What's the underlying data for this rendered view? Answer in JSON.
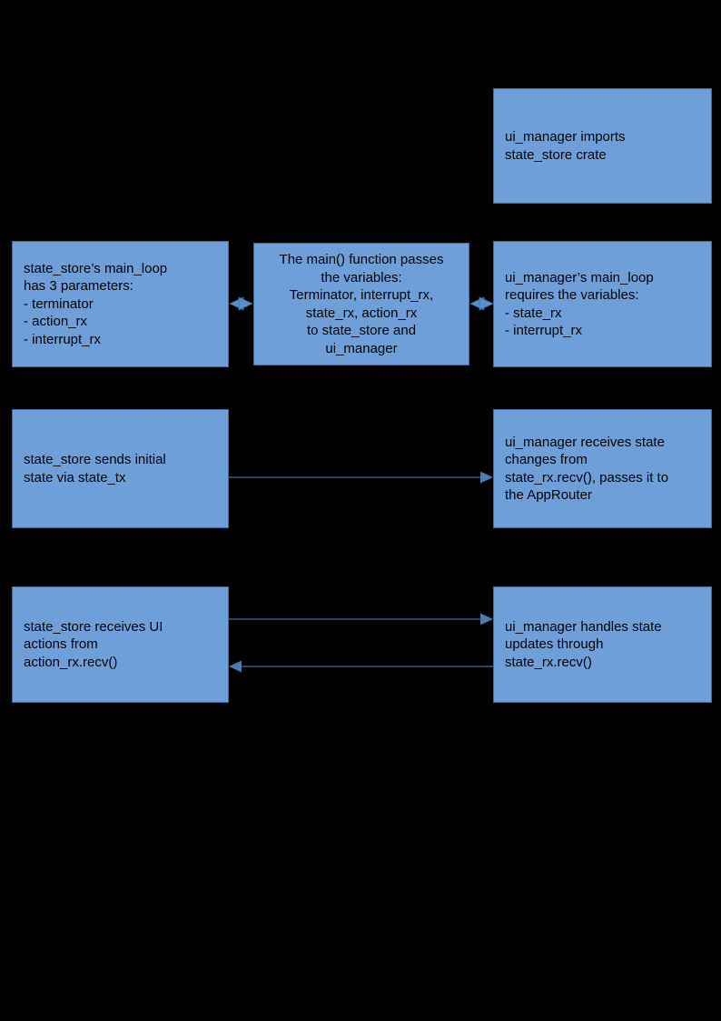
{
  "diagram": {
    "type": "flowchart",
    "background_color": "#000000",
    "node_fill_color": "#6f9fd8",
    "node_border_color": "#3c6ea5",
    "edge_color": "#3c6ea5",
    "text_color": "#000000",
    "nodes": [
      {
        "id": "ui-imports",
        "text": "ui_manager imports\nstate_store crate",
        "align": "left"
      },
      {
        "id": "state-params",
        "text": "state_store’s main_loop\nhas 3 parameters:\n- terminator\n- action_rx\n- interrupt_rx",
        "align": "left"
      },
      {
        "id": "main-passes",
        "text": "The main() function passes\nthe variables:\nTerminator, interrupt_rx,\nstate_rx, action_rx\nto state_store and\nui_manager",
        "align": "center"
      },
      {
        "id": "ui-requires",
        "text": "ui_manager’s main_loop\nrequires the variables:\n- state_rx\n- interrupt_rx",
        "align": "left"
      },
      {
        "id": "initial-tx",
        "text": "state_store sends initial\nstate via state_tx",
        "align": "left"
      },
      {
        "id": "ui-receives",
        "text": "ui_manager receives state\nchanges from\nstate_rx.recv(), passes it to\nthe AppRouter",
        "align": "left"
      },
      {
        "id": "actions-rx",
        "text": "state_store receives UI\nactions from\naction_rx.recv()",
        "align": "left"
      },
      {
        "id": "ui-handles",
        "text": "ui_manager handles state\nupdates through\nstate_rx.recv()",
        "align": "left"
      }
    ],
    "edges": [
      {
        "id": "edge-state-params-to-main",
        "from": "state-params",
        "to": "main-passes",
        "direction": "bidirectional",
        "label": ""
      },
      {
        "id": "edge-main-to-ui-requires",
        "from": "main-passes",
        "to": "ui-requires",
        "direction": "bidirectional",
        "label": ""
      },
      {
        "id": "edge-initial-tx-to-ui-receives",
        "from": "initial-tx",
        "to": "ui-receives",
        "direction": "forward",
        "label": ""
      },
      {
        "id": "edge-actions-rx-to-ui-handles",
        "from": "actions-rx",
        "to": "ui-handles",
        "direction": "forward",
        "label": ""
      },
      {
        "id": "edge-ui-handles-to-actions-rx",
        "from": "ui-handles",
        "to": "actions-rx",
        "direction": "backward",
        "label": ""
      }
    ]
  }
}
